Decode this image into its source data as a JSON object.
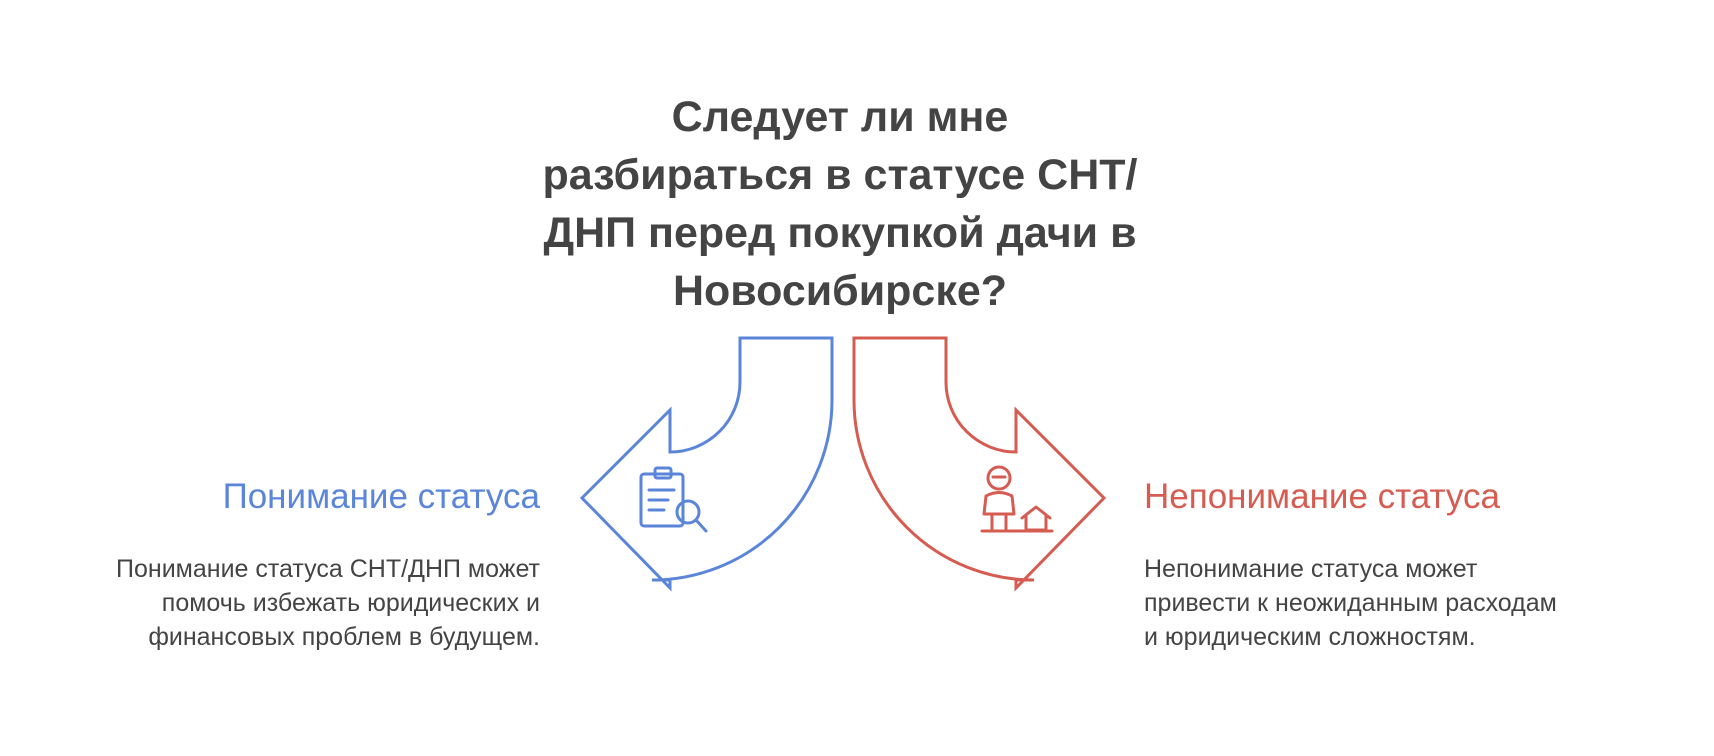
{
  "title_lines": [
    "Следует ли мне",
    "разбираться в статусе СНТ/",
    "ДНП перед покупкой дачи в",
    "Новосибирске?"
  ],
  "options": [
    {
      "heading": "Понимание статуса",
      "description_lines": [
        "Понимание статуса СНТ/ДНП может",
        "помочь избежать юридических и",
        "финансовых проблем в будущем."
      ],
      "color": "#5a85d9",
      "icon": "clipboard-search-icon"
    },
    {
      "heading": "Непонимание статуса",
      "description_lines": [
        "Непонимание статуса может",
        "привести к неожиданным расходам",
        "и юридическим сложностям."
      ],
      "color": "#d65c52",
      "icon": "person-house-icon"
    }
  ]
}
